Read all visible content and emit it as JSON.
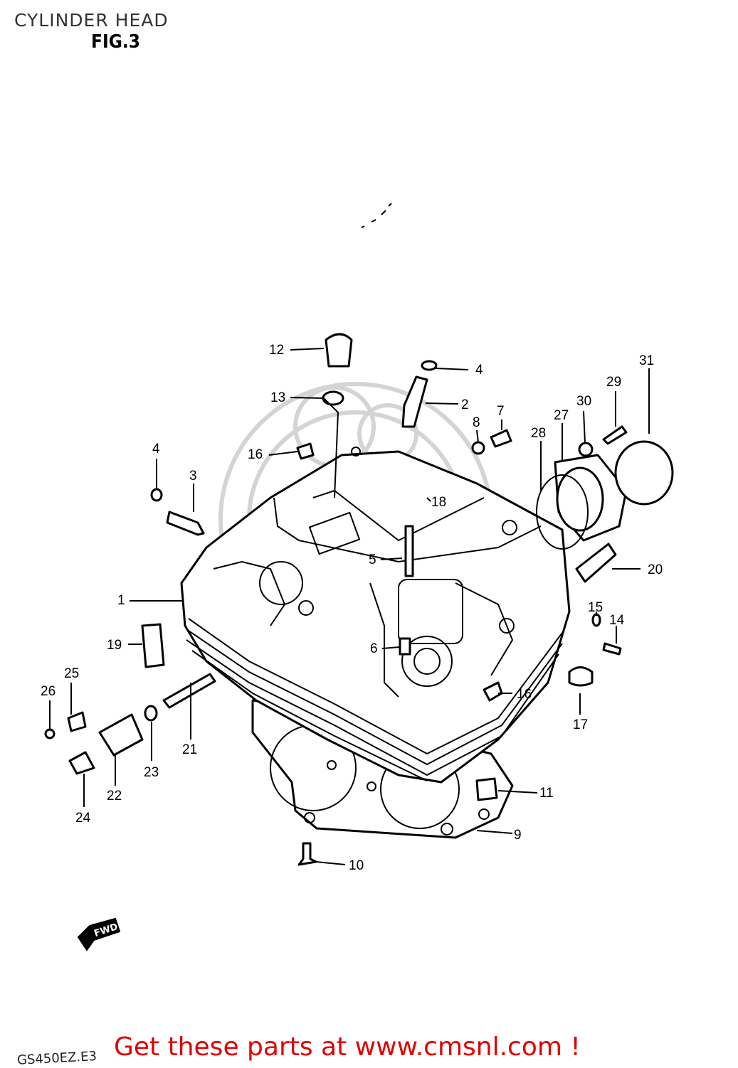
{
  "header": {
    "title": "CYLINDER HEAD",
    "figure": "FIG.3"
  },
  "footer": {
    "code": "GS450EZ.E3",
    "banner": "Get these parts at www.cmsnl.com !"
  },
  "fwd_arrow": "FWD",
  "callouts": [
    "1",
    "2",
    "3",
    "4",
    "4",
    "5",
    "6",
    "7",
    "8",
    "9",
    "10",
    "11",
    "12",
    "13",
    "14",
    "15",
    "16",
    "16",
    "17",
    "18",
    "19",
    "20",
    "21",
    "22",
    "23",
    "24",
    "25",
    "26",
    "27",
    "28",
    "29",
    "30",
    "31"
  ]
}
